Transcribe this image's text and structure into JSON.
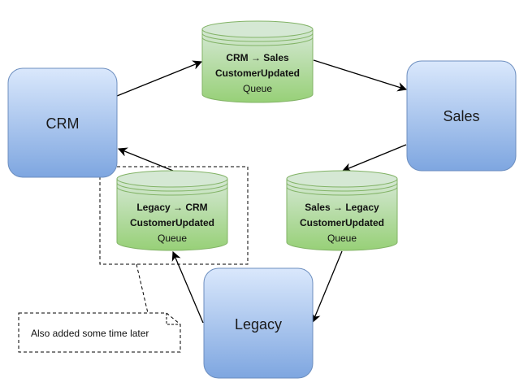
{
  "colors": {
    "service_fill_top": "#dae8fc",
    "service_fill_bottom": "#7ea6e0",
    "service_stroke": "#6c8ebf",
    "queue_fill_top": "#d5e8d4",
    "queue_fill_bottom": "#97d077",
    "queue_stroke": "#82b366",
    "edge": "#000000",
    "dashed": "#000000"
  },
  "services": {
    "crm": {
      "label": "CRM"
    },
    "sales": {
      "label": "Sales"
    },
    "legacy": {
      "label": "Legacy"
    }
  },
  "queues": {
    "crm_to_sales": {
      "line1": "CRM → Sales",
      "line2": "CustomerUpdated",
      "line3": "Queue"
    },
    "sales_to_legacy": {
      "line1": "Sales → Legacy",
      "line2": "CustomerUpdated",
      "line3": "Queue"
    },
    "legacy_to_crm": {
      "line1": "Legacy → CRM",
      "line2": "CustomerUpdated",
      "line3": "Queue"
    }
  },
  "note": {
    "text": "Also added some time later"
  },
  "edges": [
    {
      "from": "CRM",
      "to": "CRM → Sales Queue"
    },
    {
      "from": "CRM → Sales Queue",
      "to": "Sales"
    },
    {
      "from": "Sales",
      "to": "Sales → Legacy Queue"
    },
    {
      "from": "Sales → Legacy Queue",
      "to": "Legacy"
    },
    {
      "from": "Legacy",
      "to": "Legacy → CRM Queue"
    },
    {
      "from": "Legacy → CRM Queue",
      "to": "CRM"
    }
  ]
}
